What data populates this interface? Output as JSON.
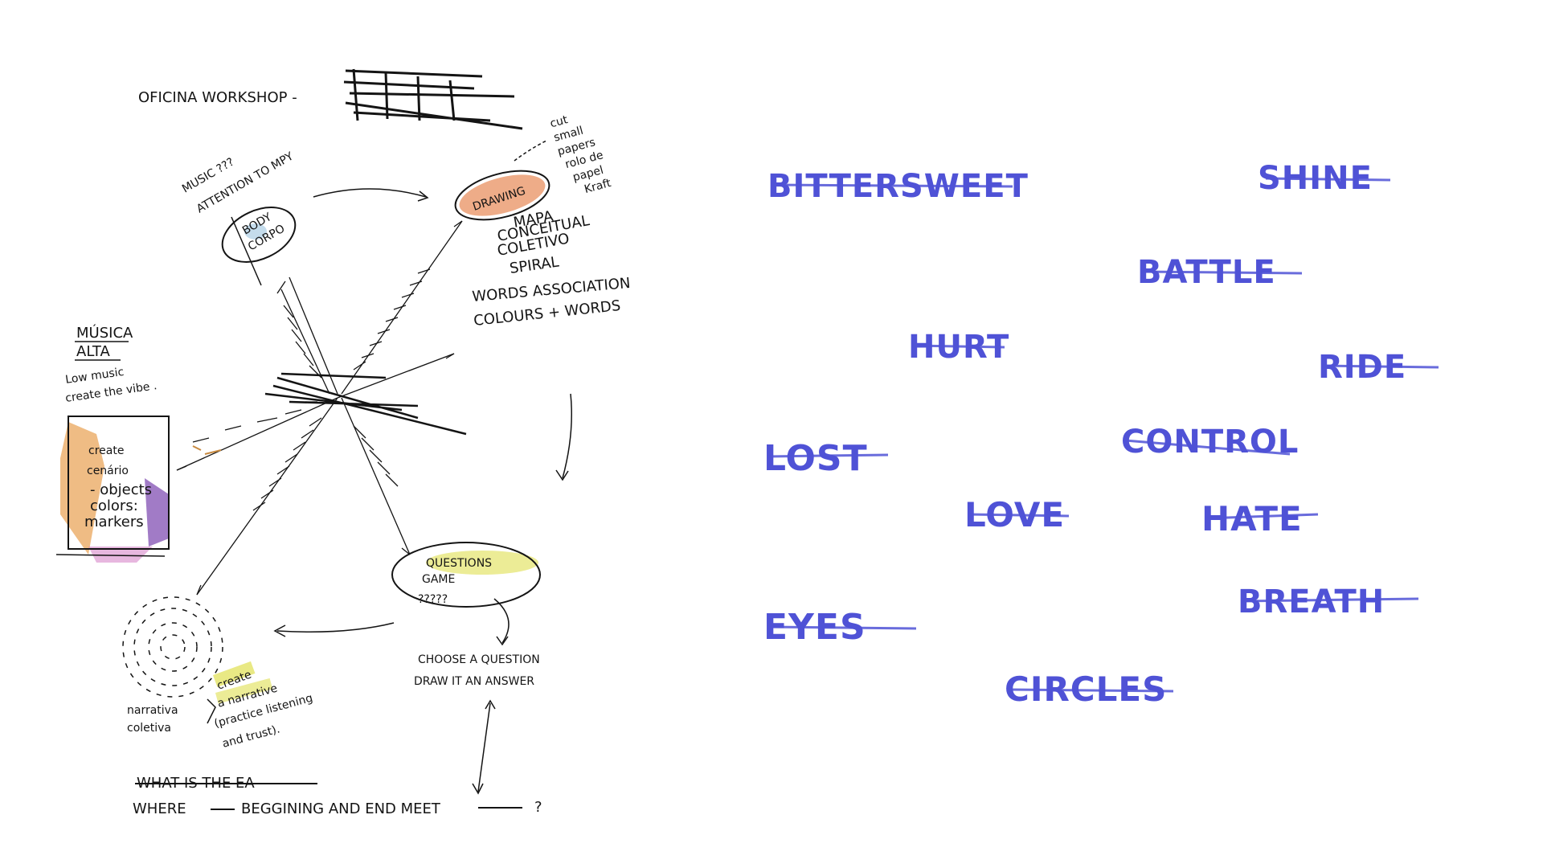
{
  "sketch": {
    "title": "OFICINA WORKSHOP -",
    "title_scribble": "",
    "music_note": "MUSIC ???",
    "attention_note": "ATTENTION TO MPY",
    "body_label": "BODY",
    "corpo_label": "CORPO",
    "drawing_label": "DRAWING",
    "drawing_notes": [
      "MAPA",
      "CONCEITUAL",
      "COLETIVO",
      "SPIRAL",
      "WORDS ASSOCIATION",
      "COLOURS + WORDS"
    ],
    "supply_notes": [
      "cut",
      "small",
      "papers",
      "rolo de",
      "papel",
      "Kraft"
    ],
    "musica_alta": [
      "MÚSICA",
      "ALTA"
    ],
    "musica_notes": [
      "Low music",
      "create the vibe ."
    ],
    "box_notes": [
      "create",
      "cenário",
      "- objects",
      "colors:",
      "markers"
    ],
    "questions_label": [
      "QUESTIONS",
      "GAME"
    ],
    "questions_marks": "?????",
    "choose_notes": [
      "CHOOSE A QUESTION",
      "DRAW IT AN ANSWER"
    ],
    "narrativa_notes": [
      "narrativa",
      "coletiva"
    ],
    "create_notes": [
      "create",
      "a narrative",
      "(practice listening",
      "and trust)."
    ],
    "bottom_strike": "WHAT IS THE EA",
    "bottom_question_a": "WHERE",
    "bottom_question_b": "BEGGINING AND END MEET",
    "bottom_question_mark": "?"
  },
  "words": [
    "BITTERSWEET",
    "SHINE",
    "BATTLE",
    "HURT",
    "RIDE",
    "LOST",
    "CONTROL",
    "LOVE",
    "HATE",
    "BREATH",
    "EYES",
    "CIRCLES"
  ],
  "colors": {
    "ink": "#141414",
    "blue_marker": "#4f52d6",
    "orange_highlight": "#e89060",
    "yellow_highlight": "#e0e050",
    "purple": "#8a5ab8"
  }
}
